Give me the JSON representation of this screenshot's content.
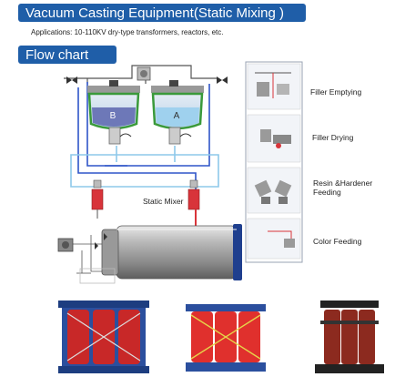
{
  "header": {
    "title": "Vacuum Casting Equipment(Static Mixing )",
    "applications": "Applications: 10-110KV dry-type transformers, reactors, etc."
  },
  "flow": {
    "section_title": "Flow chart",
    "tank_labels": [
      "B",
      "A"
    ],
    "static_mixer_label": "Static Mixer",
    "steps": [
      {
        "label": "Filler Emptying",
        "icon": "filler-emptying-icon"
      },
      {
        "label": "Filler Drying",
        "icon": "filler-drying-icon"
      },
      {
        "label": "Resin &Hardener Feeding",
        "icon": "resin-hardener-feeding-icon"
      },
      {
        "label": "Color Feeding",
        "icon": "color-feeding-icon"
      }
    ]
  },
  "colors": {
    "banner": "#1f5ea8",
    "pipe_blue": "#2f55c8",
    "pipe_red": "#d8343a",
    "pipe_cyan": "#8ec8ea",
    "tank_green": "#3a9a3a",
    "transformer_blue": "#2b4f9e",
    "coil_red": "#c82828",
    "coil_dark_red": "#8c2a1f"
  }
}
